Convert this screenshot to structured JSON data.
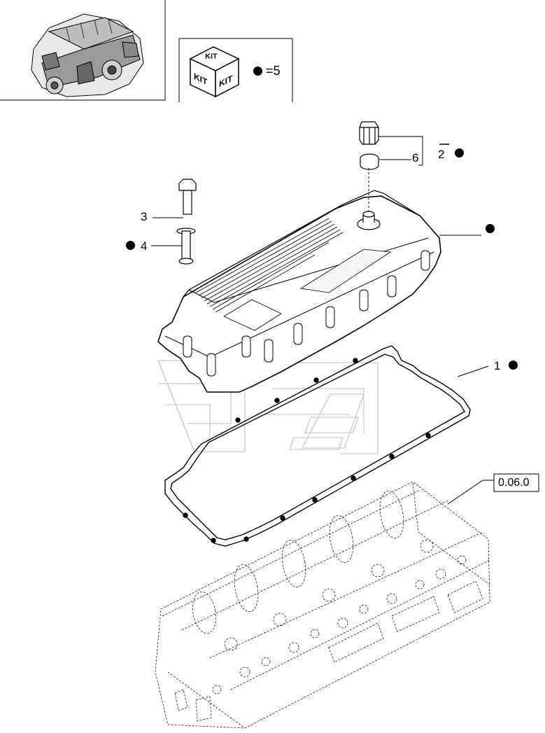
{
  "kit": {
    "cube_top": "KIT",
    "cube_left": "KIT",
    "cube_right": "KIT",
    "equals_label": "=5"
  },
  "callouts": {
    "p1": "1",
    "p2": "2",
    "p3": "3",
    "p4": "4",
    "p6": "6"
  },
  "reference_box": "0.06.0",
  "colors": {
    "line": "#000000",
    "watermark": "#c8c8c8",
    "background": "#ffffff"
  }
}
